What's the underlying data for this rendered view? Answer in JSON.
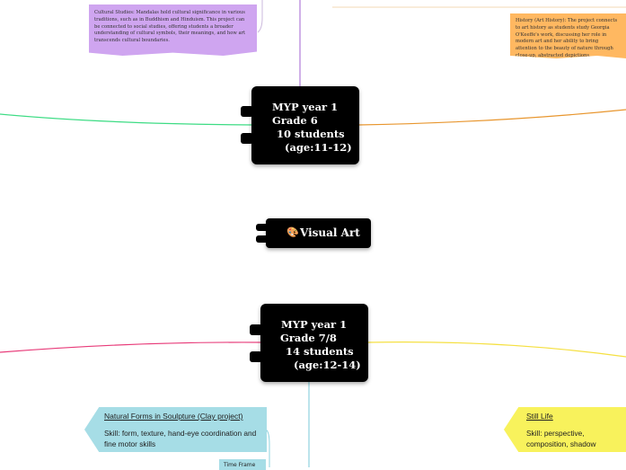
{
  "central": {
    "icon": "palette-icon",
    "icon_glyph": "🎨",
    "title": "Visual Art"
  },
  "nodes": {
    "year1": {
      "lines": [
        "MYP year 1",
        "Grade 6",
        "10 students",
        "(age:11-12)"
      ]
    },
    "year2": {
      "lines": [
        "MYP year 1",
        "Grade 7/8",
        "14 students",
        "(age:12-14)"
      ]
    }
  },
  "notes": {
    "cultural": "Cultural Studies: Mandalas hold cultural significance in various traditions, such as in Buddhism and Hinduism. This project can be connected to social studies, offering students a broader understanding of cultural symbols, their meanings, and how art transcends cultural boundaries.",
    "history": "History (Art History): The project connects to art history as students study Georgia O'Keeffe's work, discussing her role in modern art and her ability to bring attention to the beauty of nature through close-up, abstracted depictions."
  },
  "topics": {
    "natural_forms": {
      "title": "Natural Forms in Soulpture (Clay project)",
      "skill": "Skill: form, texture, hand-eye coordination and fine motor skills",
      "time_frame": "Time Frame"
    },
    "still_life": {
      "title": "Still Life",
      "skill": "Skill: perspective, composition, shadow"
    }
  },
  "colors": {
    "purple_branch": "#b07cd8",
    "green_branch": "#3ddc84",
    "orange_branch": "#e8962e",
    "pink_branch": "#e83c7a",
    "yellow_branch": "#f5e042",
    "teal_branch": "#8fd3df",
    "note_purple": "#cfa5f0",
    "note_orange": "#ffb861",
    "banner_teal": "#a6dde6",
    "banner_yellow": "#f8f25c"
  }
}
